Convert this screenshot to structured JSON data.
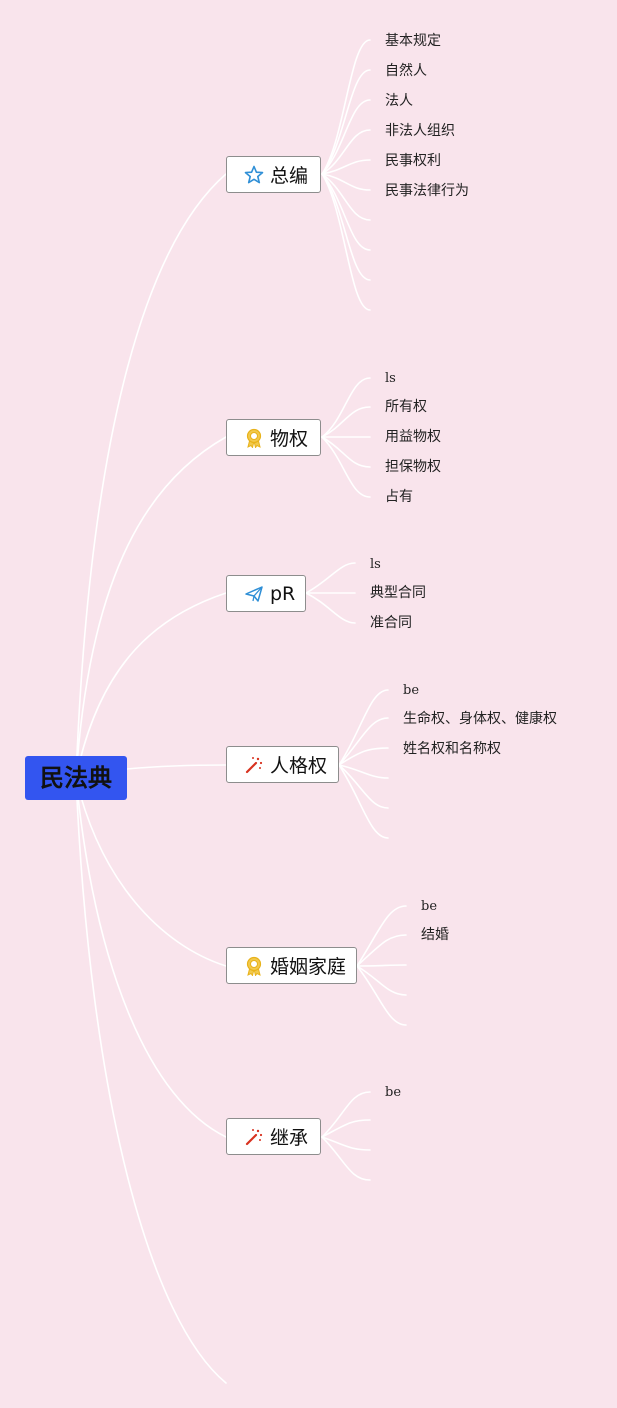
{
  "mindmap": {
    "root": "民法典",
    "branches": [
      {
        "label": "总编",
        "icon": "star-icon",
        "icon_color": "#2f8fd6",
        "children": [
          "基本规定",
          "自然人",
          "法人",
          "非法人组织",
          "民事权利",
          "民事法律行为"
        ]
      },
      {
        "label": "物权",
        "icon": "award-ribbon-icon",
        "icon_color": "#e8b21a",
        "children": [
          "ls",
          "所有权",
          "用益物权",
          "担保物权",
          "占有"
        ]
      },
      {
        "label": "pR",
        "icon": "paper-plane-icon",
        "icon_color": "#2f8fd6",
        "children": [
          "ls",
          "典型合同",
          "准合同"
        ]
      },
      {
        "label": "人格权",
        "icon": "magic-wand-icon",
        "icon_color": "#d8321f",
        "children": [
          "be",
          "生命权、身体权、健康权",
          "姓名权和名称权"
        ]
      },
      {
        "label": "婚姻家庭",
        "icon": "award-ribbon-icon",
        "icon_color": "#e8b21a",
        "children": [
          "be",
          "结婚"
        ]
      },
      {
        "label": "继承",
        "icon": "magic-wand-icon",
        "icon_color": "#d8321f",
        "children": [
          "be"
        ]
      }
    ]
  },
  "colors": {
    "background": "#f9e4ec",
    "root_fill": "#3355f0",
    "connector": "#ffffff",
    "node_border": "#8d8d8d"
  }
}
